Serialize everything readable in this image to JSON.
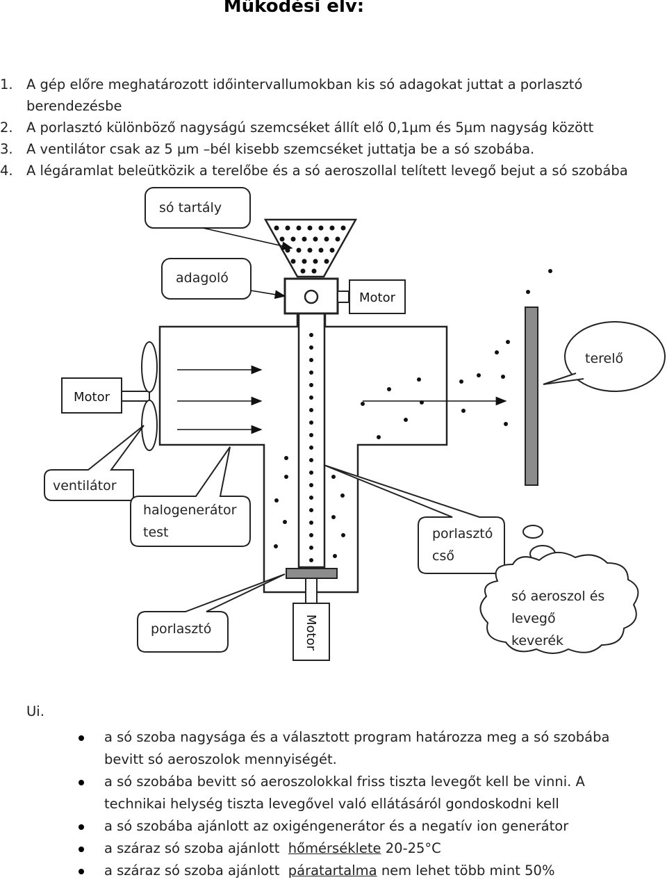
{
  "title": "Működési elv:",
  "steps": [
    {
      "num": "1.",
      "text": "A gép előre meghatározott időintervallumokban kis só adagokat juttat a porlasztó berendezésbe"
    },
    {
      "num": "2.",
      "text": "A porlasztó különböző nagyságú szemcséket állít elő 0,1µm és 5µm nagyság között"
    },
    {
      "num": "3.",
      "text": "A ventilátor csak az 5 µm –bél kisebb szemcséket juttatja be a só szobába."
    },
    {
      "num": "4.",
      "text": "A légáramlat beleütközik a terelőbe és a só aeroszollal telített levegő bejut a só szobába"
    }
  ],
  "diagram": {
    "callouts": {
      "so_tartaly": "só tartály",
      "adagolo": "adagoló",
      "terelo": "terelő",
      "ventilator": "ventilátor",
      "halogenerator_1": "halogenerátor",
      "halogenerator_2": "test",
      "porlaszto_cso_1": "porlasztó",
      "porlaszto_cso_2": "cső",
      "porlaszto": "porlasztó",
      "keverek_1": "só aeroszol és",
      "keverek_2": "levegő",
      "keverek_3": "keverék"
    },
    "motor_label": "Motor"
  },
  "notes_label": "Ui.",
  "notes": [
    {
      "text": "a só szoba nagysága és a választott program határozza meg a só szobába bevitt só aeroszolok mennyiségét."
    },
    {
      "text": "a só szobába bevitt só aeroszolokkal  friss tiszta levegőt kell be vinni. A technikai helység tiszta levegővel való ellátásáról gondoskodni kell"
    },
    {
      "text": "a só szobába ajánlott az oxigéngenerátor és a negatív ion generátor"
    },
    {
      "pre": "a száraz só szoba ajánlott  ",
      "u": "hőmérséklete",
      "post": " 20-25°C"
    },
    {
      "pre": "a száraz só szoba ajánlott  ",
      "u": "páratartalma",
      "post": " nem lehet több mint 50%"
    }
  ]
}
